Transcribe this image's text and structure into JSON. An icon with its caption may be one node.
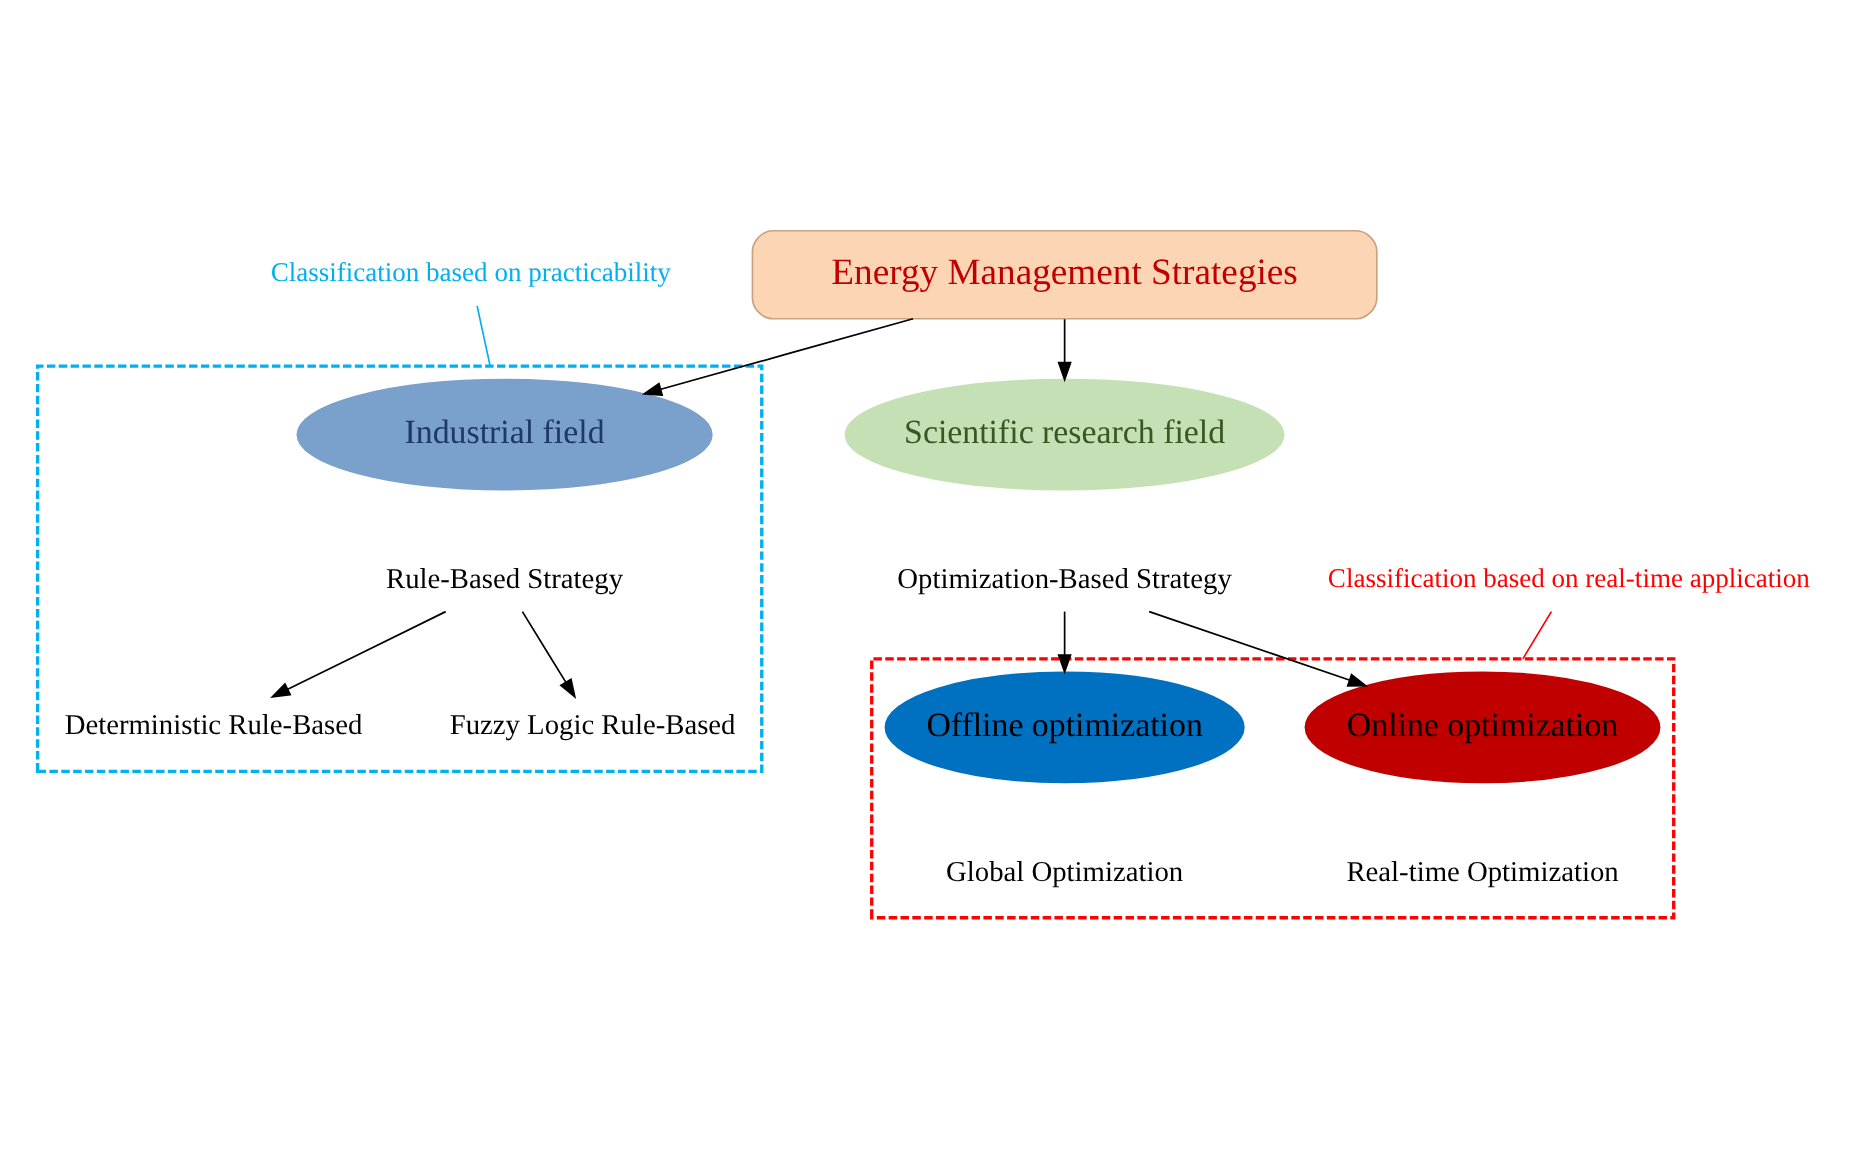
{
  "diagram": {
    "nodes": [
      {
        "text": [
          "Energy Management Strategies"
        ]
      },
      {
        "text": [],
        "shape": "box"
      },
      {
        "text": [
          "Industrial field"
        ],
        "in": 1
      },
      {
        "text": [
          "Scientific research field"
        ]
      },
      {
        "text": [
          "Rule-Based Strategy"
        ],
        "in": 1
      },
      {
        "text": [
          "Optimization-Based Strategy"
        ]
      },
      {
        "text": [
          "Deterministic Rule-Based"
        ],
        "in": 1
      },
      {
        "text": [
          "Fuzzy Logic Rule-Based"
        ],
        "in": 1
      },
      {
        "text": [],
        "shape": "box"
      },
      {
        "text": [
          "Online optimization"
        ],
        "in": 8,
        "beside": [
          "Real-time Optimization"
        ]
      },
      {
        "text": [
          "Offline optimization"
        ],
        "in": 8,
        "beside": [
          "Global Optimization"
        ]
      },
      {
        "text": [
          "Classification based on practicability"
        ]
      },
      {
        "text": [
          "Classification based on real-time application"
        ]
      }
    ],
    "edges": [
      {
        "from": 0,
        "to": 2,
        "arrow": "to"
      },
      {
        "from": 0,
        "to": 3,
        "arrow": "to"
      },
      {
        "from": 4,
        "to": 6,
        "arrow": "to"
      },
      {
        "from": 4,
        "to": 7,
        "arrow": "to"
      },
      {
        "from": 5,
        "to": 9,
        "arrow": "to"
      },
      {
        "from": 5,
        "to": 10,
        "arrow": "to"
      },
      {
        "from": 11,
        "to": 1,
        "arrow": "none",
        "color": "#00b0f0"
      },
      {
        "from": 12,
        "to": 8,
        "arrow": "none",
        "color": "#ff0000"
      }
    ]
  }
}
